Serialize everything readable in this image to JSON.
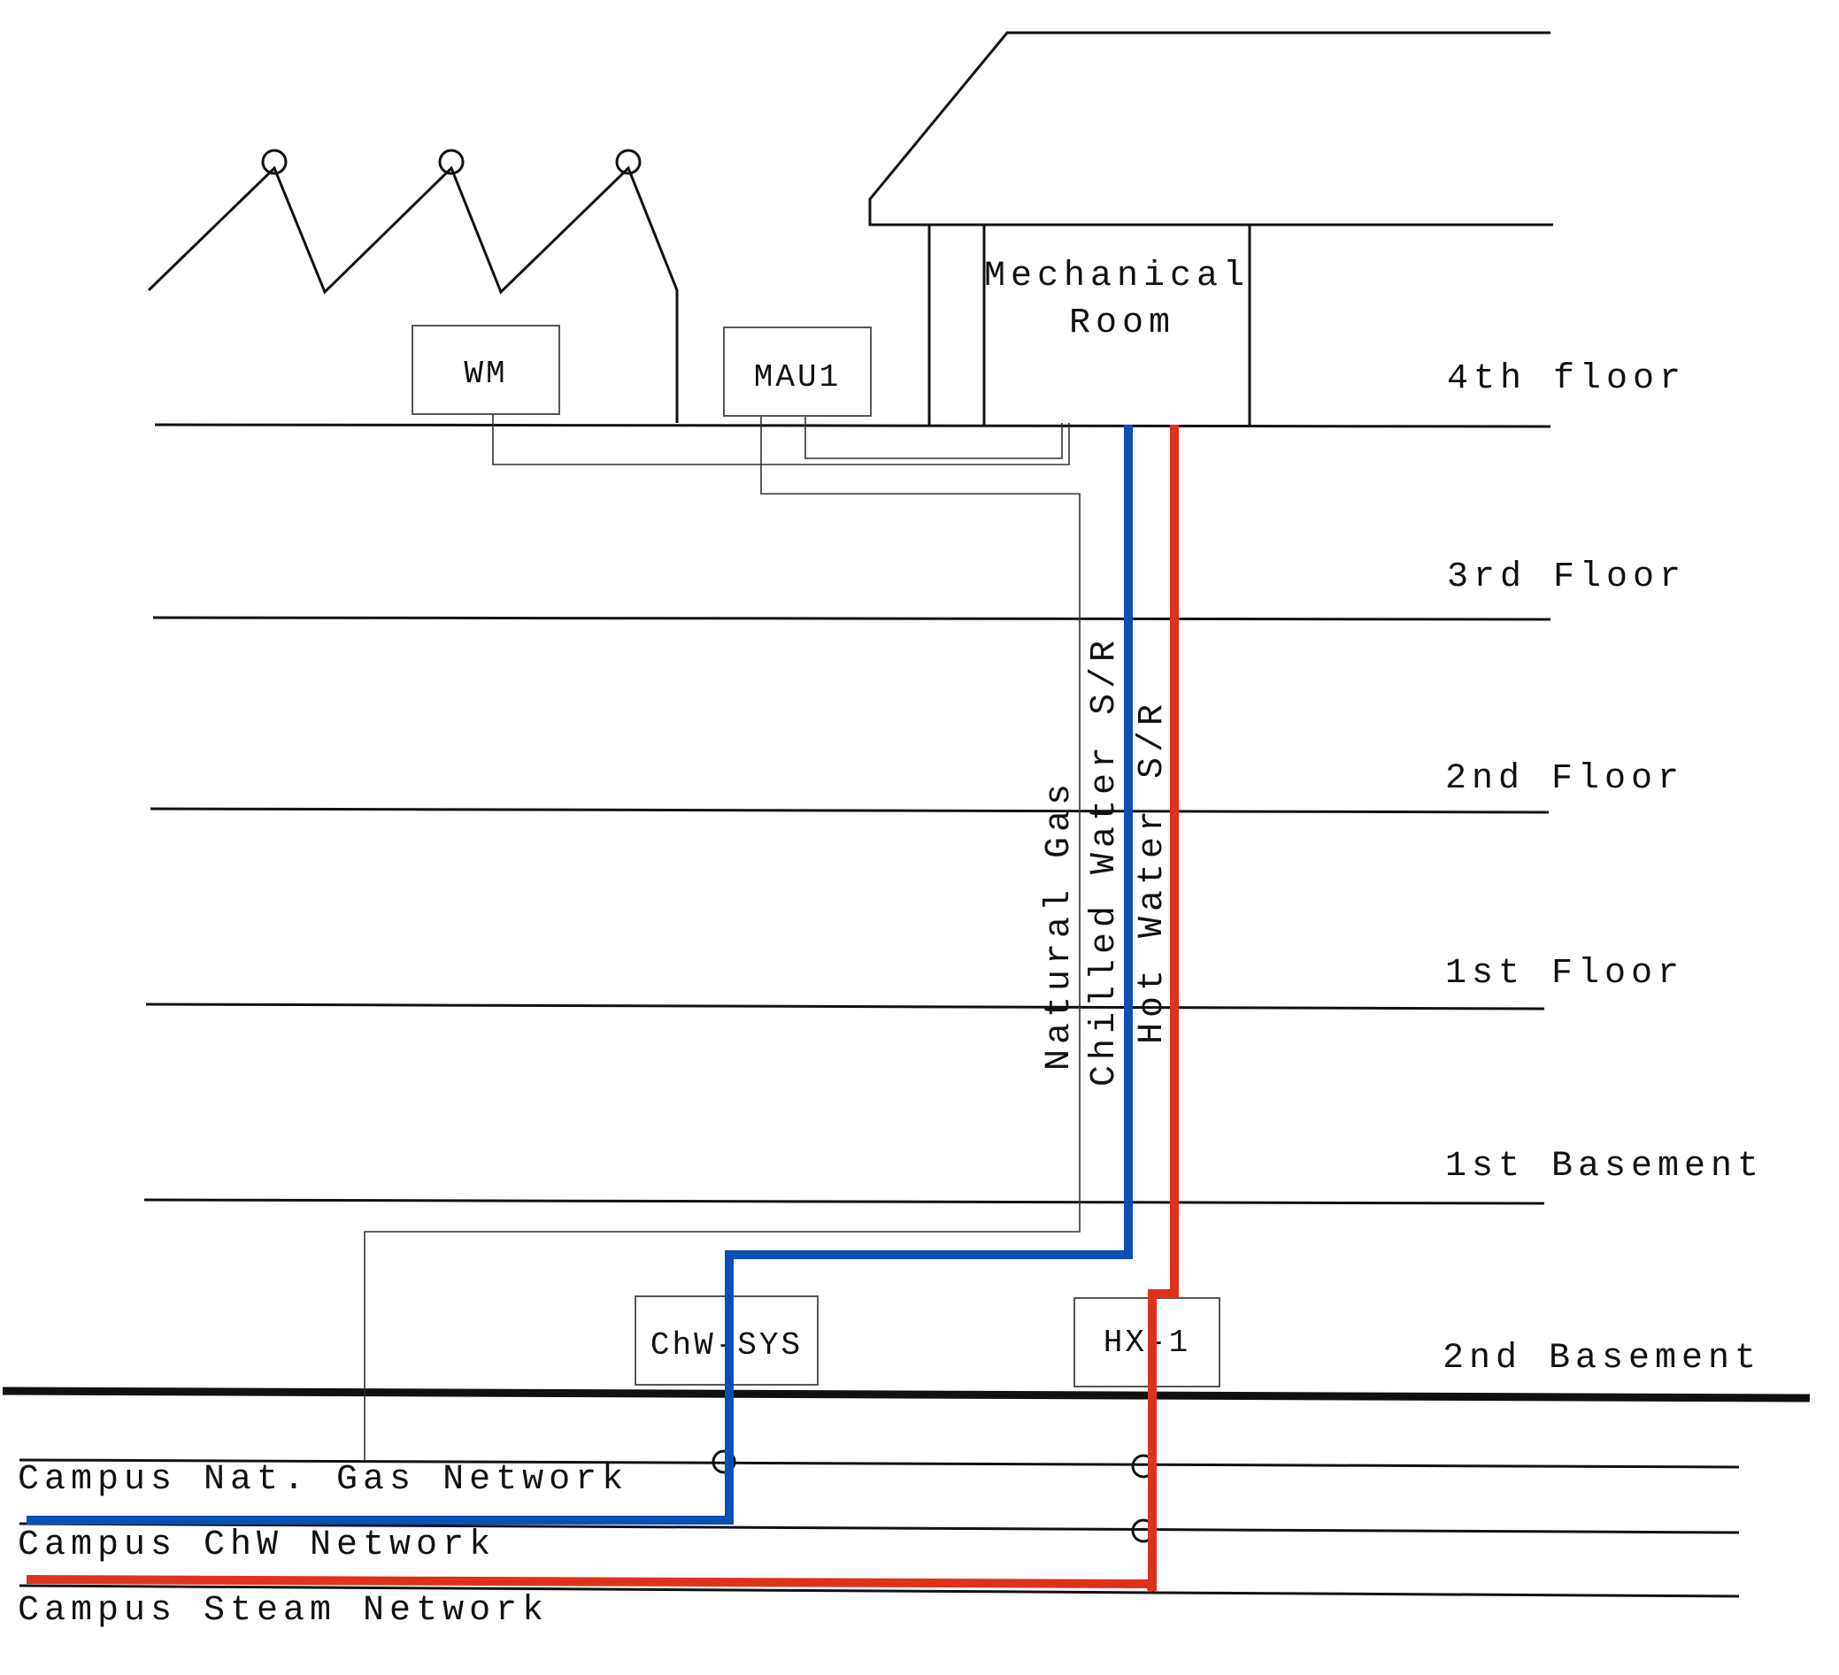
{
  "floors": {
    "fourth": "4th floor",
    "third": "3rd Floor",
    "second": "2nd Floor",
    "first": "1st Floor",
    "basement1": "1st Basement",
    "basement2": "2nd Basement"
  },
  "equipment": {
    "wm": "WM",
    "mau": "MAU1",
    "mech_line1": "Mechanical",
    "mech_line2": "Room",
    "chw_sys": "ChW-SYS",
    "hx": "HX-1"
  },
  "risers": {
    "gas": "Natural Gas",
    "chilled": "Chilled Water S/R",
    "hot": "Hot Water S/R"
  },
  "networks": {
    "gas": "Campus Nat. Gas Network",
    "chw": "Campus ChW Network",
    "steam": "Campus Steam Network"
  },
  "colors": {
    "chilled_water": "#0b4fb5",
    "steam": "#e0311a"
  }
}
